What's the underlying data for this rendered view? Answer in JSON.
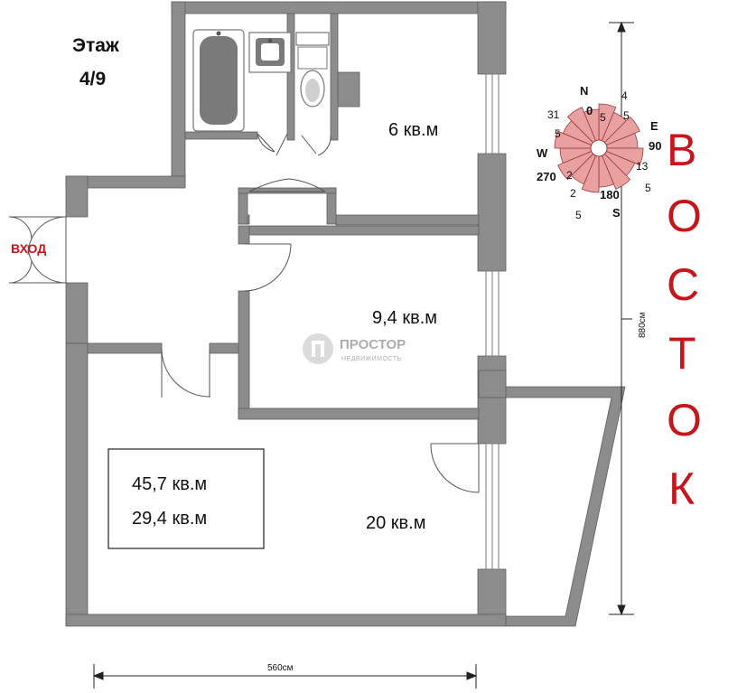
{
  "floor": {
    "label": "Этаж",
    "value": "4/9"
  },
  "entrance": {
    "label": "ВХОД"
  },
  "rooms": [
    {
      "name": "kitchen",
      "area": "6 кв.м"
    },
    {
      "name": "bedroom",
      "area": "9,4 кв.м"
    },
    {
      "name": "living-room",
      "area": "20 кв.м"
    }
  ],
  "totals": {
    "total_area": "45,7 кв.м",
    "living_area": "29,4 кв.м"
  },
  "dimensions": {
    "width": "560см",
    "height": "880см"
  },
  "watermark": {
    "brand": "ПРОСТОР",
    "subtitle": "НЕДВИЖИМОСТЬ"
  },
  "orientation": {
    "letters": [
      "В",
      "О",
      "С",
      "Т",
      "О",
      "К"
    ],
    "color": "#c4161c"
  },
  "compass": {
    "cardinals": {
      "north": "N",
      "east": "E",
      "south": "S",
      "west": "W"
    },
    "degrees": {
      "north": "0",
      "east": "90",
      "south": "180",
      "west": "270"
    },
    "minor_numbers": [
      "4",
      "5",
      "5",
      "13",
      "5",
      "5",
      "2",
      "2",
      "5",
      "31"
    ],
    "fill_color": "#e8a0a0",
    "stroke_color": "#9b3a3a"
  },
  "colors": {
    "wall": "#8c8c8c",
    "fixture": "#7a7a7a"
  }
}
